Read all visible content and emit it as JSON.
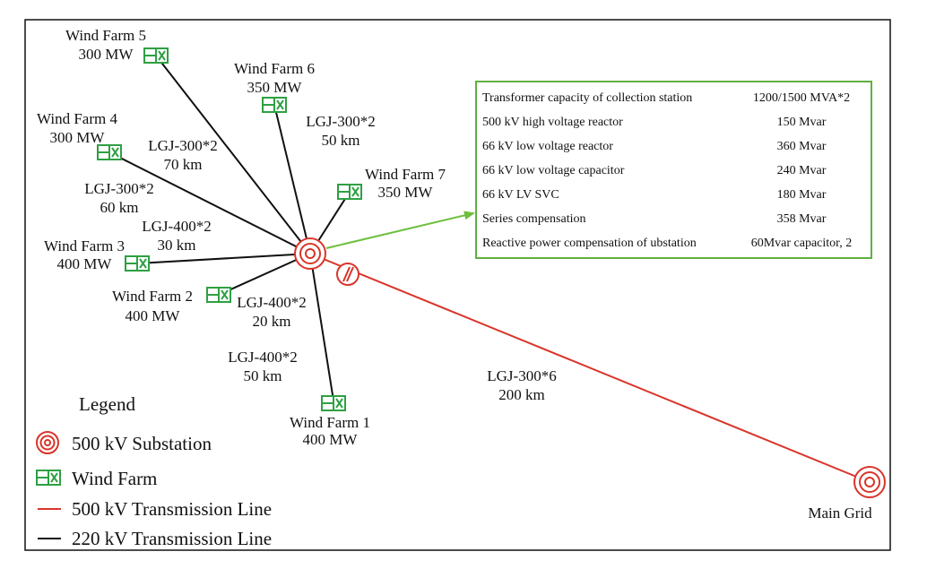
{
  "colors": {
    "line_500kv": "#d9352a",
    "line_220kv": "#111111",
    "wind_farm": "#2ea043",
    "table_border": "#5fb040",
    "arrow": "#6cbf3c",
    "frame": "#111111"
  },
  "wind_farms": [
    {
      "name": "Wind Farm 1",
      "capacity": "400 MW"
    },
    {
      "name": "Wind Farm 2",
      "capacity": "400 MW"
    },
    {
      "name": "Wind Farm 3",
      "capacity": "400 MW"
    },
    {
      "name": "Wind Farm 4",
      "capacity": "300 MW"
    },
    {
      "name": "Wind Farm 5",
      "capacity": "300 MW"
    },
    {
      "name": "Wind Farm 6",
      "capacity": "350 MW"
    },
    {
      "name": "Wind Farm 7",
      "capacity": "350 MW"
    }
  ],
  "line_labels": [
    {
      "conductor": "LGJ-400*2",
      "length": "50 km"
    },
    {
      "conductor": "LGJ-400*2",
      "length": "20 km"
    },
    {
      "conductor": "LGJ-400*2",
      "length": "30 km"
    },
    {
      "conductor": "LGJ-300*2",
      "length": "60 km"
    },
    {
      "conductor": "LGJ-300*2",
      "length": "70 km"
    },
    {
      "conductor": "LGJ-300*2",
      "length": "50 km"
    }
  ],
  "main_line": {
    "conductor": "LGJ-300*6",
    "length": "200 km"
  },
  "main_grid": "Main Grid",
  "table": [
    {
      "item": "Transformer capacity of collection station",
      "value": "1200/1500 MVA*2"
    },
    {
      "item": "500 kV high voltage reactor",
      "value": "150 Mvar"
    },
    {
      "item": "66 kV low voltage reactor",
      "value": "360 Mvar"
    },
    {
      "item": "66 kV low voltage capacitor",
      "value": "240 Mvar"
    },
    {
      "item": "66 kV LV SVC",
      "value": "180 Mvar"
    },
    {
      "item": "Series compensation",
      "value": "358 Mvar"
    },
    {
      "item": "Reactive power compensation of ubstation",
      "value": "60Mvar capacitor, 2"
    }
  ],
  "legend": {
    "title": "Legend",
    "substation": "500 kV Substation",
    "wind_farm": "Wind Farm",
    "line_500": "500 kV Transmission Line",
    "line_220": "220 kV Transmission Line"
  }
}
